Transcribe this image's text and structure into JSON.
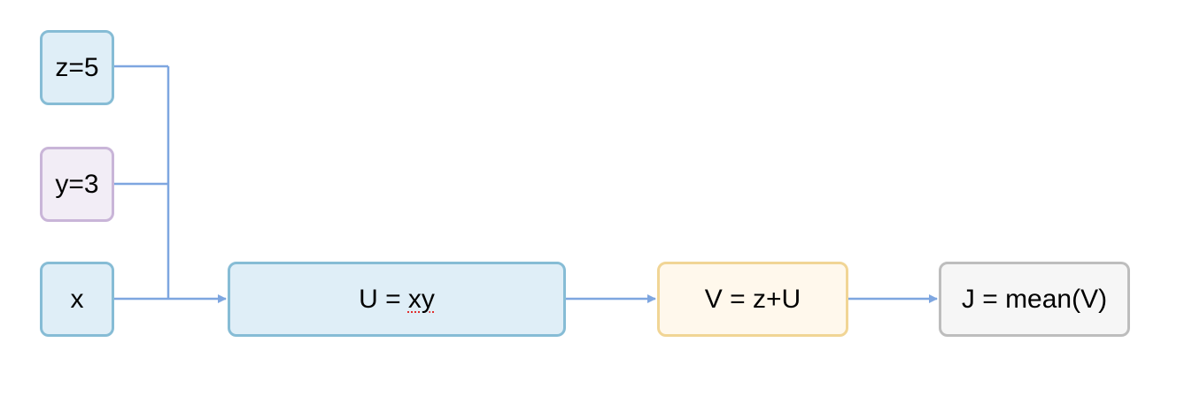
{
  "colors": {
    "connector": "#7ea6e0",
    "blue_fill": "#dfeef7",
    "blue_border": "#86bcd5",
    "purple_fill": "#f2edf6",
    "purple_border": "#c9b5d8",
    "orange_fill": "#fff8ec",
    "orange_border": "#f1d595",
    "gray_fill": "#f6f6f6",
    "gray_border": "#bdbdbd"
  },
  "nodes": {
    "z": {
      "label": "z=5",
      "fill": "#dfeef7",
      "border": "#86bcd5"
    },
    "y": {
      "label": "y=3",
      "fill": "#f2edf6",
      "border": "#c9b5d8"
    },
    "x": {
      "label": "x",
      "fill": "#dfeef7",
      "border": "#86bcd5"
    },
    "u": {
      "label_prefix": "U = ",
      "label_var": "xy",
      "fill": "#dfeef7",
      "border": "#86bcd5"
    },
    "v": {
      "label": "V = z+U",
      "fill": "#fff8ec",
      "border": "#f1d595"
    },
    "j": {
      "label": "J = mean(V)",
      "fill": "#f6f6f6",
      "border": "#bdbdbd"
    }
  },
  "edges": [
    {
      "from": "z",
      "to": "u"
    },
    {
      "from": "y",
      "to": "u"
    },
    {
      "from": "x",
      "to": "u"
    },
    {
      "from": "u",
      "to": "v"
    },
    {
      "from": "v",
      "to": "j"
    }
  ]
}
